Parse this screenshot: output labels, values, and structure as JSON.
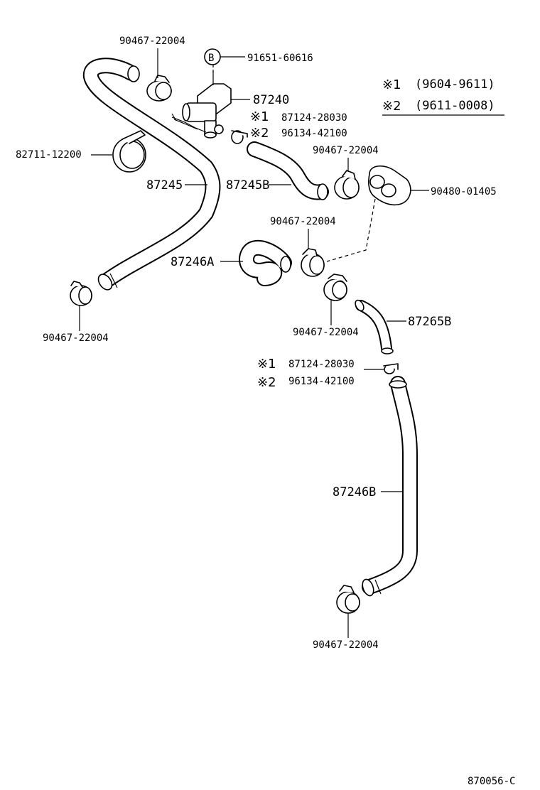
{
  "legend": {
    "rows": [
      {
        "mark": "※1",
        "range": "(9604-9611)"
      },
      {
        "mark": "※2",
        "range": "(9611-0008)"
      }
    ]
  },
  "labels": {
    "clamp_top": "90467-22004",
    "b_marker": "B",
    "b_part": "91651-60616",
    "valve": "87240",
    "alt1_mark": "※1",
    "alt1_part": "87124-28030",
    "alt2_mark": "※2",
    "alt2_part": "96134-42100",
    "band_clamp": "82711-12200",
    "hose_main": "87245",
    "hose_b": "87245B",
    "clamp_mid_right": "90467-22004",
    "grommet": "90480-01405",
    "clamp_center": "90467-22004",
    "hose_a": "87246A",
    "clamp_left_bottom": "90467-22004",
    "clamp_center_lower": "90467-22004",
    "pipe_265b": "87265B",
    "alt1b_mark": "※1",
    "alt1b_part": "87124-28030",
    "alt2b_mark": "※2",
    "alt2b_part": "96134-42100",
    "hose_246b": "87246B",
    "clamp_bottom": "90467-22004"
  },
  "diagram_id": "870056-C"
}
